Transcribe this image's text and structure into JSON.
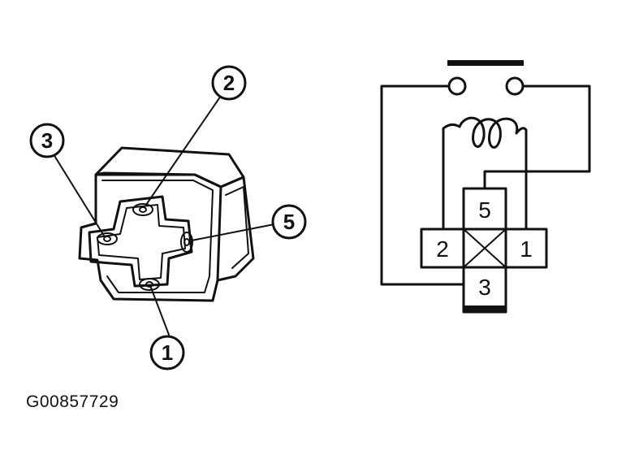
{
  "figure_code": "G00857729",
  "relay_callouts": [
    {
      "label": "1"
    },
    {
      "label": "2"
    },
    {
      "label": "3"
    },
    {
      "label": "5"
    }
  ],
  "schematic_pins": [
    {
      "label": "5"
    },
    {
      "label": "2"
    },
    {
      "label": "1"
    },
    {
      "label": "3"
    }
  ],
  "colors": {
    "ink": "#111111",
    "background": "#ffffff"
  }
}
